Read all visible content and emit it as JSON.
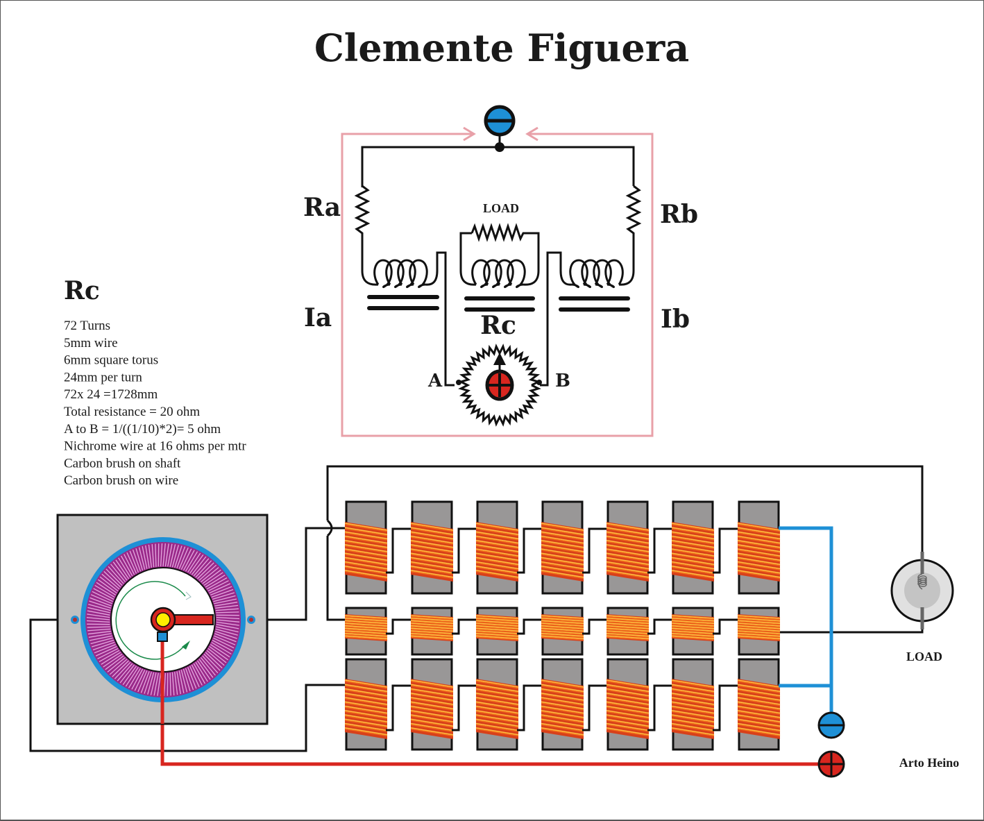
{
  "title": "Clemente Figuera",
  "schematic": {
    "labels": {
      "ra": "Ra",
      "rb": "Rb",
      "ia": "Ia",
      "ib": "Ib",
      "rc": "Rc",
      "load": "LOAD",
      "a": "A",
      "b": "B"
    },
    "terminals": [
      {
        "name": "negative",
        "symbol": "minus",
        "color": "#1e90d6"
      },
      {
        "name": "positive",
        "symbol": "plus",
        "color": "#d8261f"
      }
    ],
    "current_loop_color": "#e8a0a8"
  },
  "rc_notes": {
    "heading": "Rc",
    "lines": [
      "72 Turns",
      "5mm wire",
      "6mm square torus",
      "24mm per turn",
      "72x 24 =1728mm",
      "Total resistance = 20 ohm",
      "A to B = 1/((1/10)*2)= 5 ohm",
      "Nichrome wire at 16 ohms per mtr",
      "Carbon brush on shaft",
      "Carbon brush on wire"
    ]
  },
  "physical": {
    "coil_rows": [
      {
        "name": "top-primary-row",
        "coil_count": 7
      },
      {
        "name": "middle-secondary-row",
        "coil_count": 7
      },
      {
        "name": "bottom-primary-row",
        "coil_count": 7
      }
    ],
    "load_label": "LOAD",
    "colors": {
      "wire": "#1a1a1a",
      "negative_wire": "#1e90d6",
      "positive_wire": "#d8261f",
      "coil_copper": "#f06a1a",
      "coil_highlight": "#ffc040",
      "core": "#999797",
      "torus": "#9a2a8a",
      "torus_ring": "#1e90d6",
      "base_plate": "#c0c0c0"
    }
  },
  "author": "Arto Heino"
}
